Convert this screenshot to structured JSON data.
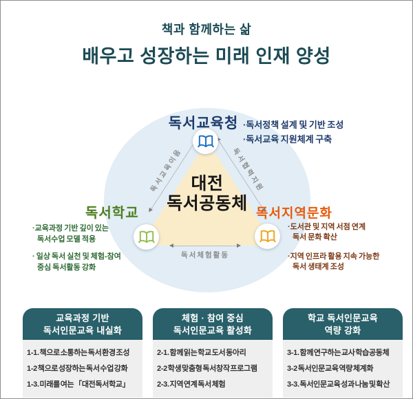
{
  "header": {
    "subtitle": "책과 함께하는 삶",
    "title": "배우고 성장하는 미래 인재 양성"
  },
  "diagram": {
    "center_line1": "대전",
    "center_line2": "독서공동체",
    "edge_left": "독서교육이음",
    "edge_right": "독서협력지원",
    "edge_bottom": "독서체험활동",
    "nodes": {
      "top": {
        "label": "독서교육청",
        "icon": "open-book-icon",
        "bullets": [
          "·독서정책 설계 및 기반 조성",
          "·독서교육 지원체계 구축"
        ]
      },
      "left": {
        "label": "독서학교",
        "icon": "open-book-icon",
        "bullets": [
          [
            "·교육과정 기반 깊이 있는",
            "독서수업 모델 적용"
          ],
          [
            "· 일상 독서 실천 및 체험-참여",
            "중심 독서활동 강화"
          ]
        ]
      },
      "right": {
        "label": "독서지역문화",
        "icon": "open-book-icon",
        "bullets": [
          [
            "·도서관 및 지역 서점 연계",
            "독서 문화 확산"
          ],
          [
            "·지역 인프라 활용 지속 가능한",
            "독서 생태계 조성"
          ]
        ]
      }
    }
  },
  "cards": [
    {
      "title_lines": [
        "교육과정 기반",
        "독서인문교육 내실화"
      ],
      "items": [
        "1-1. 책으로 소통하는 독서 환경 조성",
        "1-2 책으로 성장하는 독서 수업 강화",
        "1-3. 미래를 여는 「대전독서학교」"
      ]
    },
    {
      "title_lines": [
        "체험 · 참여 중심",
        "독서인문교육 활성화"
      ],
      "items": [
        "2-1. 함께 읽는 학교 도서 동아리",
        "2-2 학생 맞춤형 독서창작 프로그램",
        "2-3. 지역 연계 독서 체험"
      ]
    },
    {
      "title_lines": [
        "학교 독서인문교육",
        "역량 강화"
      ],
      "items": [
        "3-1. 함께 연구하는 교사 학습공동체",
        "3-2 독서인문교육 역량 체계화",
        "3-3. 독서인문교육 성과 나눔 및 확산"
      ]
    }
  ],
  "colors": {
    "title_teal": "#1b4a54",
    "card_header_teal": "#29606a",
    "navy": "#1e3a6b",
    "green_label": "#4c7e1e",
    "green_bullets": "#2f6b35",
    "orange": "#e75b0b",
    "brown_bullets": "#7c3915",
    "triangle_cream": "#fbecc9",
    "circle_blue": "#e2edf5",
    "book_blue": "#1c6fc4",
    "book_green": "#93be4a",
    "book_amber": "#eda61c",
    "arrow_gray": "#8c8c8c"
  }
}
